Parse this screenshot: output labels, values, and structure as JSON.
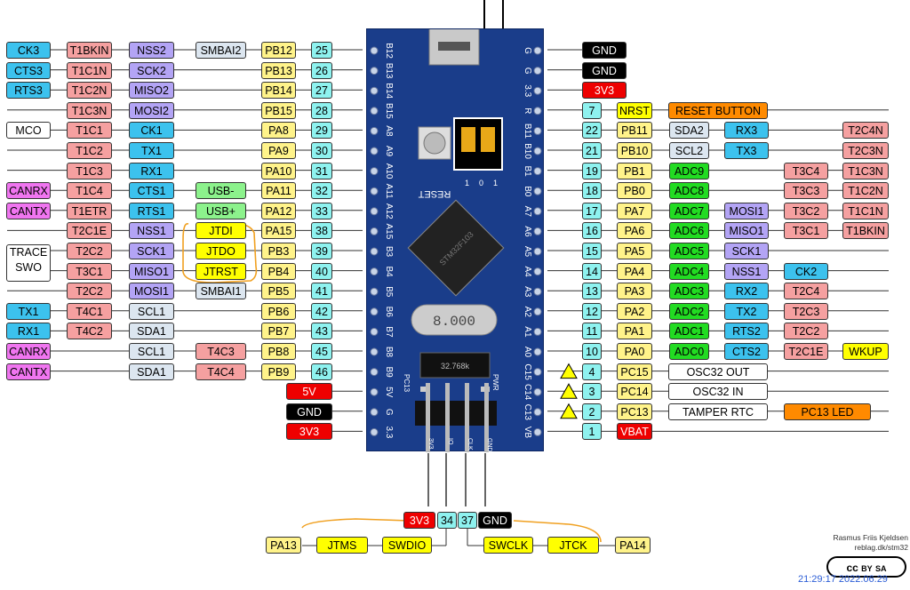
{
  "colors": {
    "pin_number": "#8ef2ef",
    "port_pin": "#fff38a",
    "timer": "#f5a0a0",
    "spi_i2c_mode": "#b3a4f5",
    "uart": "#3cc2ee",
    "i2c": "#dce6f0",
    "usb_green": "#8cf28c",
    "adc": "#22dc22",
    "jtag": "#ffff00",
    "power_red": "#ee0000",
    "ground_black": "#000000",
    "orange": "#ff8a00",
    "can_pink": "#f075f0",
    "board_blue": "#1a3d8a",
    "highlight_stroke": "#f0a020"
  },
  "left_rows": [
    {
      "pin": "25",
      "port": "PB12",
      "funcs": [
        "SMBAI2",
        "NSS2",
        "T1BKIN",
        "CK3"
      ]
    },
    {
      "pin": "26",
      "port": "PB13",
      "funcs": [
        "SCK2",
        "T1C1N",
        "CTS3"
      ]
    },
    {
      "pin": "27",
      "port": "PB14",
      "funcs": [
        "MISO2",
        "T1C2N",
        "RTS3"
      ]
    },
    {
      "pin": "28",
      "port": "PB15",
      "funcs": [
        "MOSI2",
        "T1C3N"
      ]
    },
    {
      "pin": "29",
      "port": "PA8",
      "funcs": [
        "CK1",
        "T1C1",
        "MCO"
      ]
    },
    {
      "pin": "30",
      "port": "PA9",
      "funcs": [
        "TX1",
        "T1C2"
      ]
    },
    {
      "pin": "31",
      "port": "PA10",
      "funcs": [
        "RX1",
        "T1C3"
      ]
    },
    {
      "pin": "32",
      "port": "PA11",
      "funcs": [
        "USB-",
        "CTS1",
        "T1C4",
        "CANRX"
      ]
    },
    {
      "pin": "33",
      "port": "PA12",
      "funcs": [
        "USB+",
        "RTS1",
        "T1ETR",
        "CANTX"
      ]
    },
    {
      "pin": "38",
      "port": "PA15",
      "funcs": [
        "JTDI",
        "NSS1",
        "T2C1E"
      ]
    },
    {
      "pin": "39",
      "port": "PB3",
      "funcs": [
        "JTDO",
        "SCK1",
        "T2C2"
      ]
    },
    {
      "pin": "40",
      "port": "PB4",
      "funcs": [
        "JTRST",
        "MISO1",
        "T3C1"
      ]
    },
    {
      "pin": "41",
      "port": "PB5",
      "funcs": [
        "SMBAI1",
        "MOSI1",
        "T2C2"
      ]
    },
    {
      "pin": "42",
      "port": "PB6",
      "funcs": [
        "SCL1",
        "T4C1",
        "TX1"
      ]
    },
    {
      "pin": "43",
      "port": "PB7",
      "funcs": [
        "SDA1",
        "T4C2",
        "RX1"
      ]
    },
    {
      "pin": "45",
      "port": "PB8",
      "funcs": [
        "T4C3",
        "SCL1",
        "CANRX"
      ]
    },
    {
      "pin": "46",
      "port": "PB9",
      "funcs": [
        "T4C4",
        "SDA1",
        "CANTX"
      ]
    }
  ],
  "trace_swo": "TRACE SWO",
  "left_power": [
    "5V",
    "GND",
    "3V3"
  ],
  "right_top": [
    "GND",
    "GND",
    "3V3"
  ],
  "right_rows": [
    {
      "pin": "7",
      "port": "NRST",
      "funcs": [
        "RESET BUTTON"
      ]
    },
    {
      "pin": "22",
      "port": "PB11",
      "funcs": [
        "SDA2",
        "RX3",
        "T2C4N"
      ]
    },
    {
      "pin": "21",
      "port": "PB10",
      "funcs": [
        "SCL2",
        "TX3",
        "T2C3N"
      ]
    },
    {
      "pin": "19",
      "port": "PB1",
      "funcs": [
        "ADC9",
        "T3C4",
        "T1C3N"
      ]
    },
    {
      "pin": "18",
      "port": "PB0",
      "funcs": [
        "ADC8",
        "T3C3",
        "T1C2N"
      ]
    },
    {
      "pin": "17",
      "port": "PA7",
      "funcs": [
        "ADC7",
        "MOSI1",
        "T3C2",
        "T1C1N"
      ]
    },
    {
      "pin": "16",
      "port": "PA6",
      "funcs": [
        "ADC6",
        "MISO1",
        "T3C1",
        "T1BKIN"
      ]
    },
    {
      "pin": "15",
      "port": "PA5",
      "funcs": [
        "ADC5",
        "SCK1"
      ]
    },
    {
      "pin": "14",
      "port": "PA4",
      "funcs": [
        "ADC4",
        "NSS1",
        "CK2"
      ]
    },
    {
      "pin": "13",
      "port": "PA3",
      "funcs": [
        "ADC3",
        "RX2",
        "T2C4"
      ]
    },
    {
      "pin": "12",
      "port": "PA2",
      "funcs": [
        "ADC2",
        "TX2",
        "T2C3"
      ]
    },
    {
      "pin": "11",
      "port": "PA1",
      "funcs": [
        "ADC1",
        "RTS2",
        "T2C2"
      ]
    },
    {
      "pin": "10",
      "port": "PA0",
      "funcs": [
        "ADC0",
        "CTS2",
        "T2C1E",
        "WKUP"
      ]
    },
    {
      "pin": "4",
      "port": "PC15",
      "funcs": [
        "OSC32 OUT"
      ]
    },
    {
      "pin": "3",
      "port": "PC14",
      "funcs": [
        "OSC32 IN"
      ]
    },
    {
      "pin": "2",
      "port": "PC13",
      "funcs": [
        "TAMPER RTC",
        "PC13 LED"
      ]
    },
    {
      "pin": "1",
      "port": "VBAT",
      "funcs": []
    }
  ],
  "board": {
    "left_silk": [
      "B12",
      "B13",
      "B14",
      "B15",
      "A8",
      "A9",
      "A10",
      "A11",
      "A12",
      "A15",
      "B3",
      "B4",
      "B5",
      "B6",
      "B7",
      "B8",
      "B9",
      "5V",
      "G",
      "3.3"
    ],
    "right_silk": [
      "G",
      "G",
      "3.3",
      "R",
      "B11",
      "B10",
      "B1",
      "B0",
      "A7",
      "A6",
      "A5",
      "A4",
      "A3",
      "A2",
      "A1",
      "A0",
      "C15",
      "C14",
      "C13",
      "VB"
    ],
    "reset_label": "RESET",
    "crystal_label": "8.000",
    "rtc_crystal_label": "32.768k",
    "chip_text": "STM32F103",
    "pc13_label": "PC13",
    "pwr_label": "PWR",
    "jumper_labels": [
      "1",
      "0",
      "1"
    ],
    "swd_silk": [
      "3V3",
      "IO",
      "CLK",
      "GND"
    ]
  },
  "swd": {
    "header": [
      "3V3",
      "34",
      "37",
      "GND"
    ],
    "bottom": [
      "PA13",
      "JTMS",
      "SWDIO",
      "SWCLK",
      "JTCK",
      "PA14"
    ]
  },
  "credit": [
    "Rasmus Friis Kjeldsen",
    "reblag.dk/stm32"
  ],
  "timestamp": "21:29:17 2022.06.29",
  "license": [
    "cc",
    "BY",
    "SA"
  ]
}
